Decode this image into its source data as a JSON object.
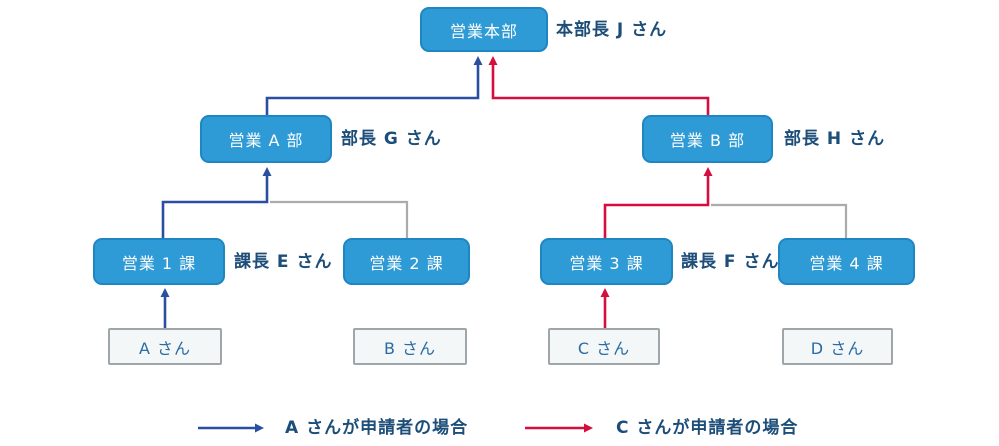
{
  "colors": {
    "box_fill": "#2E9BD6",
    "box_border": "#1E86C0",
    "box_text": "#FFFFFF",
    "label_text": "#1D4E79",
    "person_fill": "#F3F7F8",
    "person_border": "#9FA6AA",
    "person_text": "#2A6BA3",
    "flow_a": "#2A4FA2",
    "flow_c": "#D40E3E",
    "reporting_line": "#ABABAB"
  },
  "chart": {
    "nodes": {
      "hq": {
        "label": "営業本部",
        "manager": "本部長 J さん"
      },
      "dept_a": {
        "label": "営業 A 部",
        "manager": "部長 G さん"
      },
      "dept_b": {
        "label": "営業 B 部",
        "manager": "部長 H さん"
      },
      "sec_1": {
        "label": "営業 1 課",
        "manager": "課長 E さん"
      },
      "sec_2": {
        "label": "営業 2 課"
      },
      "sec_3": {
        "label": "営業 3 課",
        "manager": "課長 F さん"
      },
      "sec_4": {
        "label": "営業 4 課"
      },
      "person_a": {
        "label": "A さん"
      },
      "person_b": {
        "label": "B さん"
      },
      "person_c": {
        "label": "C さん"
      },
      "person_d": {
        "label": "D さん"
      }
    }
  },
  "legend": {
    "flow_a_label": "A さんが申請者の場合",
    "flow_c_label": "C さんが申請者の場合"
  }
}
